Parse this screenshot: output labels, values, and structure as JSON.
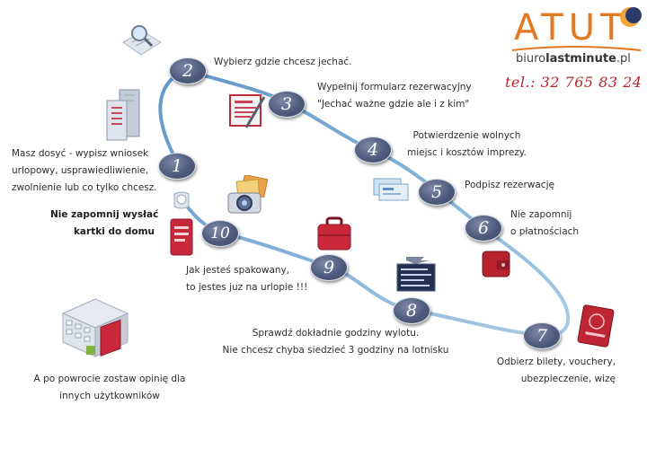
{
  "brand": {
    "logo_text": "ATUT",
    "site_prefix": "biuro",
    "site_bold": "lastminute",
    "site_suffix": ".pl",
    "phone": "tel.: 32 765 83 24"
  },
  "steps": [
    {
      "num": "1",
      "lines": [
        "Masz dosyć - wypisz wniosek",
        "urlopowy, usprawiedliwienie,",
        "zwolnienie lub co tylko chcesz."
      ]
    },
    {
      "num": "2",
      "lines": [
        "Wybierz gdzie chcesz jechać."
      ]
    },
    {
      "num": "3",
      "lines": [
        "Wypełnij formularz rezerwacyjny",
        "\"Jechać ważne gdzie ale i z kim\""
      ]
    },
    {
      "num": "4",
      "lines": [
        "Potwierdzenie wolnych",
        "miejsc i kosztów imprezy."
      ]
    },
    {
      "num": "5",
      "lines": [
        "Podpisz rezerwację"
      ]
    },
    {
      "num": "6",
      "lines": [
        "Nie zapomnij",
        "o płatnościach"
      ]
    },
    {
      "num": "7",
      "lines": [
        "Odbierz bilety, vouchery,",
        "ubezpieczenie, wizę"
      ]
    },
    {
      "num": "8",
      "lines": [
        "Sprawdź dokładnie godziny wylotu.",
        "Nie chcesz chyba siedzieć 3 godziny na lotnisku"
      ]
    },
    {
      "num": "9",
      "lines": [
        "Jak jesteś spakowany,",
        "to jestes juz na urlopie !!!"
      ]
    },
    {
      "num": "10",
      "lines": [
        "Nie zapomnij wysłać",
        "kartki do domu"
      ]
    }
  ],
  "final_note": [
    "A po powrocie zostaw opinię dla",
    "innych użytkowników"
  ],
  "icons": [
    "magnifier-document-icon",
    "building-document-icon",
    "form-pen-icon",
    "tickets-icon",
    "camera-photos-icon",
    "do-not-disturb-hanger-icon",
    "red-suitcase-icon",
    "red-wallet-icon",
    "airport-board-icon",
    "passport-icon",
    "hotel-building-icon",
    "atut-sun-logo-icon"
  ],
  "colors": {
    "path": "#7fb0d6",
    "badge": "#4e5b7c",
    "logo": "#e2781f",
    "phone": "#b8262e"
  }
}
